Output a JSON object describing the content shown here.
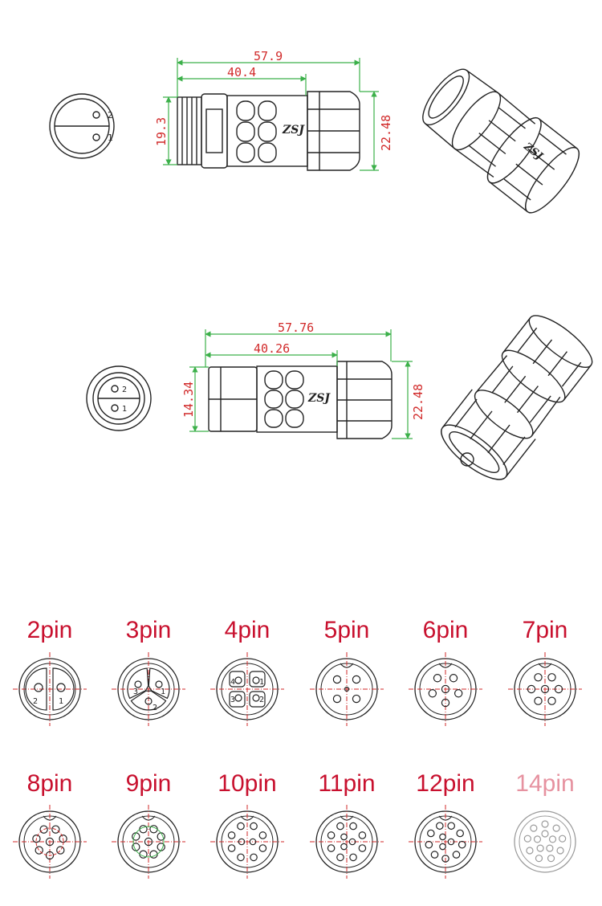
{
  "plug_drawing": {
    "dim_total_length": "57.9",
    "dim_body_length": "40.4",
    "dim_thread_dia": "19.3",
    "dim_nut_dia": "22.48",
    "brand_mark": "ZSJ",
    "face_pin_numbers": [
      "2",
      "1"
    ]
  },
  "socket_drawing": {
    "dim_total_length": "57.76",
    "dim_body_length": "40.26",
    "dim_front_dia": "14.34",
    "dim_nut_dia": "22.48",
    "brand_mark": "ZSJ",
    "face_pin_numbers": [
      "2",
      "1"
    ]
  },
  "pin_options": [
    {
      "label": "2pin",
      "pins": 2
    },
    {
      "label": "3pin",
      "pins": 3
    },
    {
      "label": "4pin",
      "pins": 4
    },
    {
      "label": "5pin",
      "pins": 5
    },
    {
      "label": "6pin",
      "pins": 6
    },
    {
      "label": "7pin",
      "pins": 7
    },
    {
      "label": "8pin",
      "pins": 8
    },
    {
      "label": "9pin",
      "pins": 9
    },
    {
      "label": "10pin",
      "pins": 10
    },
    {
      "label": "11pin",
      "pins": 11
    },
    {
      "label": "12pin",
      "pins": 12
    },
    {
      "label": "14pin",
      "pins": 14
    }
  ],
  "pin_number_marks": {
    "three": [
      "3",
      "1",
      "2"
    ],
    "four": [
      "4",
      "1",
      "3",
      "2"
    ],
    "two": [
      "2",
      "1"
    ]
  },
  "colors": {
    "dimension": "#d12a2a",
    "dimension_line": "#3cb04a",
    "pin_label": "#c8102e",
    "outline": "#222222"
  }
}
